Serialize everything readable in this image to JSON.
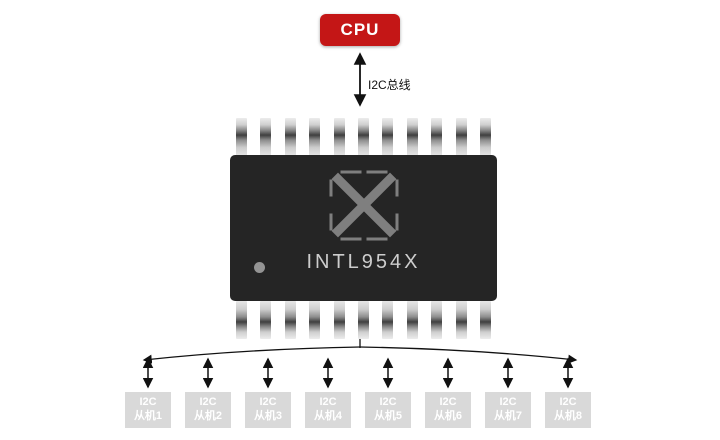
{
  "cpu": {
    "label": "CPU"
  },
  "bus": {
    "label": "I2C总线"
  },
  "chip": {
    "part_number": "INTL954X",
    "pin_count_per_side": 11
  },
  "slaves": [
    {
      "line1": "I2C",
      "line2": "从机1"
    },
    {
      "line1": "I2C",
      "line2": "从机2"
    },
    {
      "line1": "I2C",
      "line2": "从机3"
    },
    {
      "line1": "I2C",
      "line2": "从机4"
    },
    {
      "line1": "I2C",
      "line2": "从机5"
    },
    {
      "line1": "I2C",
      "line2": "从机6"
    },
    {
      "line1": "I2C",
      "line2": "从机7"
    },
    {
      "line1": "I2C",
      "line2": "从机8"
    }
  ],
  "colors": {
    "cpu_bg": "#c41616",
    "cpu_text": "#ffffff",
    "chip_bg": "#252525",
    "chip_text": "#cdcdcd",
    "slave_bg": "#d9d9d9",
    "slave_text": "#ffffff",
    "arrow": "#111111",
    "background": "#ffffff"
  }
}
